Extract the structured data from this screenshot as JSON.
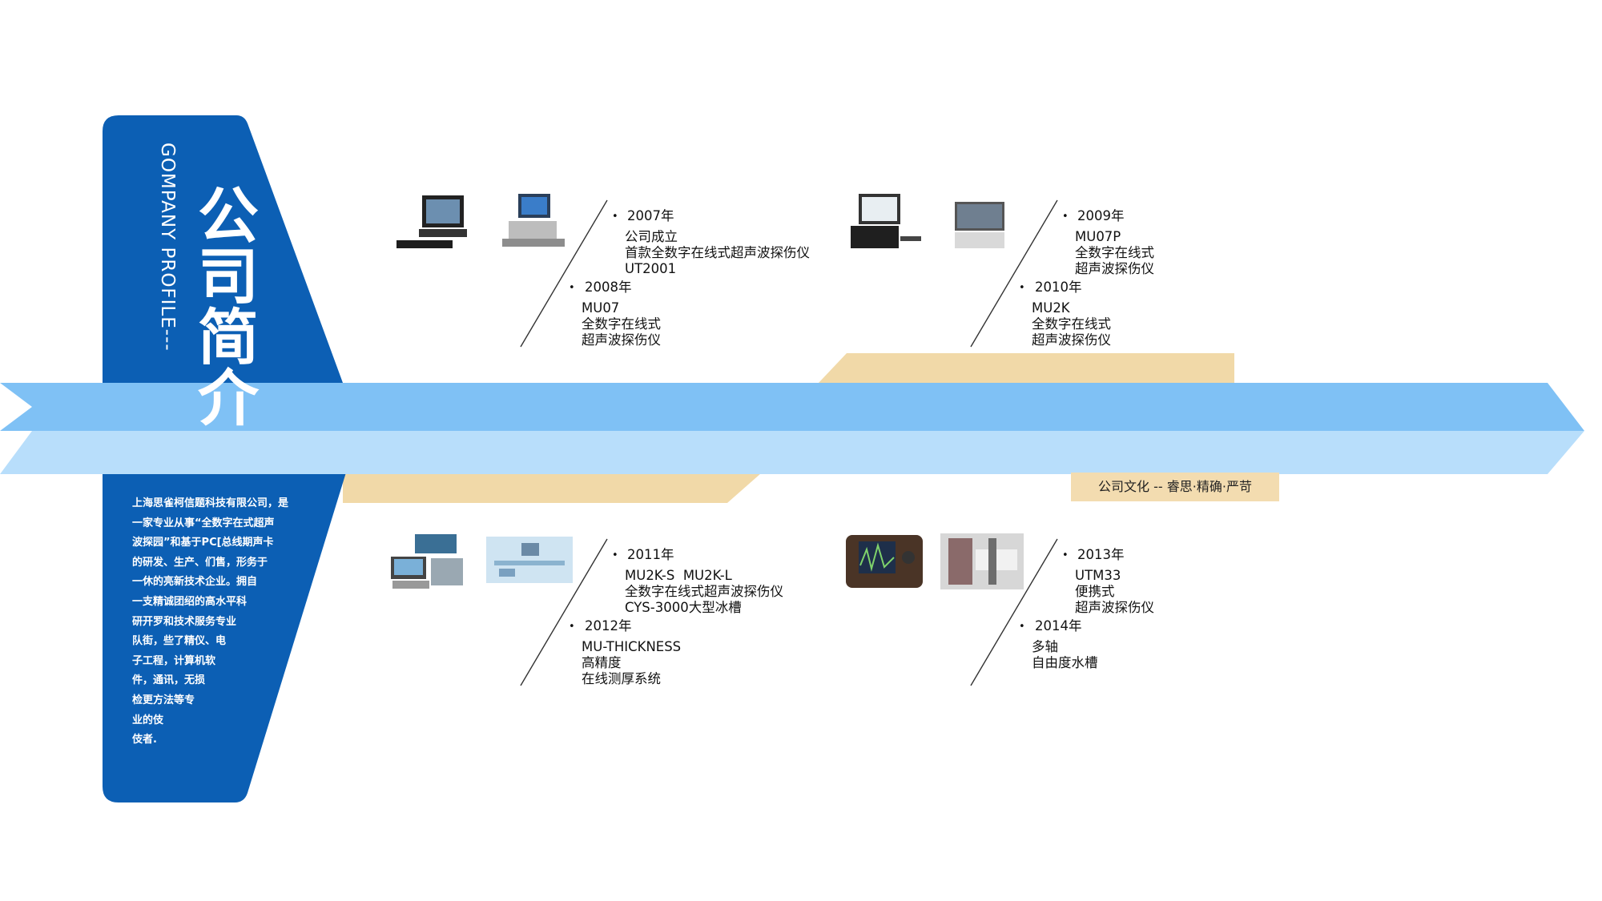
{
  "panel": {
    "title_cn": "公司简介",
    "title_en": "GOMPANY PROFILE---",
    "intro_lines": [
      "上海思雀柯信题科技有限公司，是",
      "一家专业从事“全数字在式超声",
      "波探园”和基于PC[总线期声卡",
      "的研发、生产、们售，形务于",
      "一休的亮新技术企业。拥自",
      "一支精诚团绍的高水平科",
      "研开罗和技术服务专业",
      "队街，些了精仪、电",
      "子工程，计算机软",
      "件，通讯，无损",
      "检更方法等专",
      "业的伎",
      "伎者."
    ]
  },
  "timeline": [
    {
      "year": "2007年",
      "lines": [
        "公司成立",
        "首款全数字在线式超声波探伤仪",
        "UT2001"
      ]
    },
    {
      "year": "2008年",
      "lines": [
        "MU07",
        "全数字在线式",
        "超声波探伤仪"
      ]
    },
    {
      "year": "2009年",
      "lines": [
        "MU07P",
        "全数字在线式",
        "超声波探伤仪"
      ]
    },
    {
      "year": "2010年",
      "lines": [
        "MU2K",
        "全数字在线式",
        "超声波探伤仪"
      ]
    },
    {
      "year": "2011年",
      "lines": [
        "MU2K-S  MU2K-L",
        "全数字在线式超声波探伤仪",
        "CYS-3000大型冰槽"
      ]
    },
    {
      "year": "2012年",
      "lines": [
        "MU-THICKNESS",
        "高精度",
        "在线测厚系统"
      ]
    },
    {
      "year": "2013年",
      "lines": [
        "UTM33",
        "便携式",
        "超声波探伤仪"
      ]
    },
    {
      "year": "2014年",
      "lines": [
        "多轴",
        "自由度水槽"
      ]
    }
  ],
  "culture": "公司文化 -- 睿思·精确·严苛",
  "colors": {
    "panel_blue": "#0c5fb4",
    "arrow_top": "#7fc1f5",
    "arrow_bottom": "#b8defb",
    "tan": "#f1d9a8"
  }
}
